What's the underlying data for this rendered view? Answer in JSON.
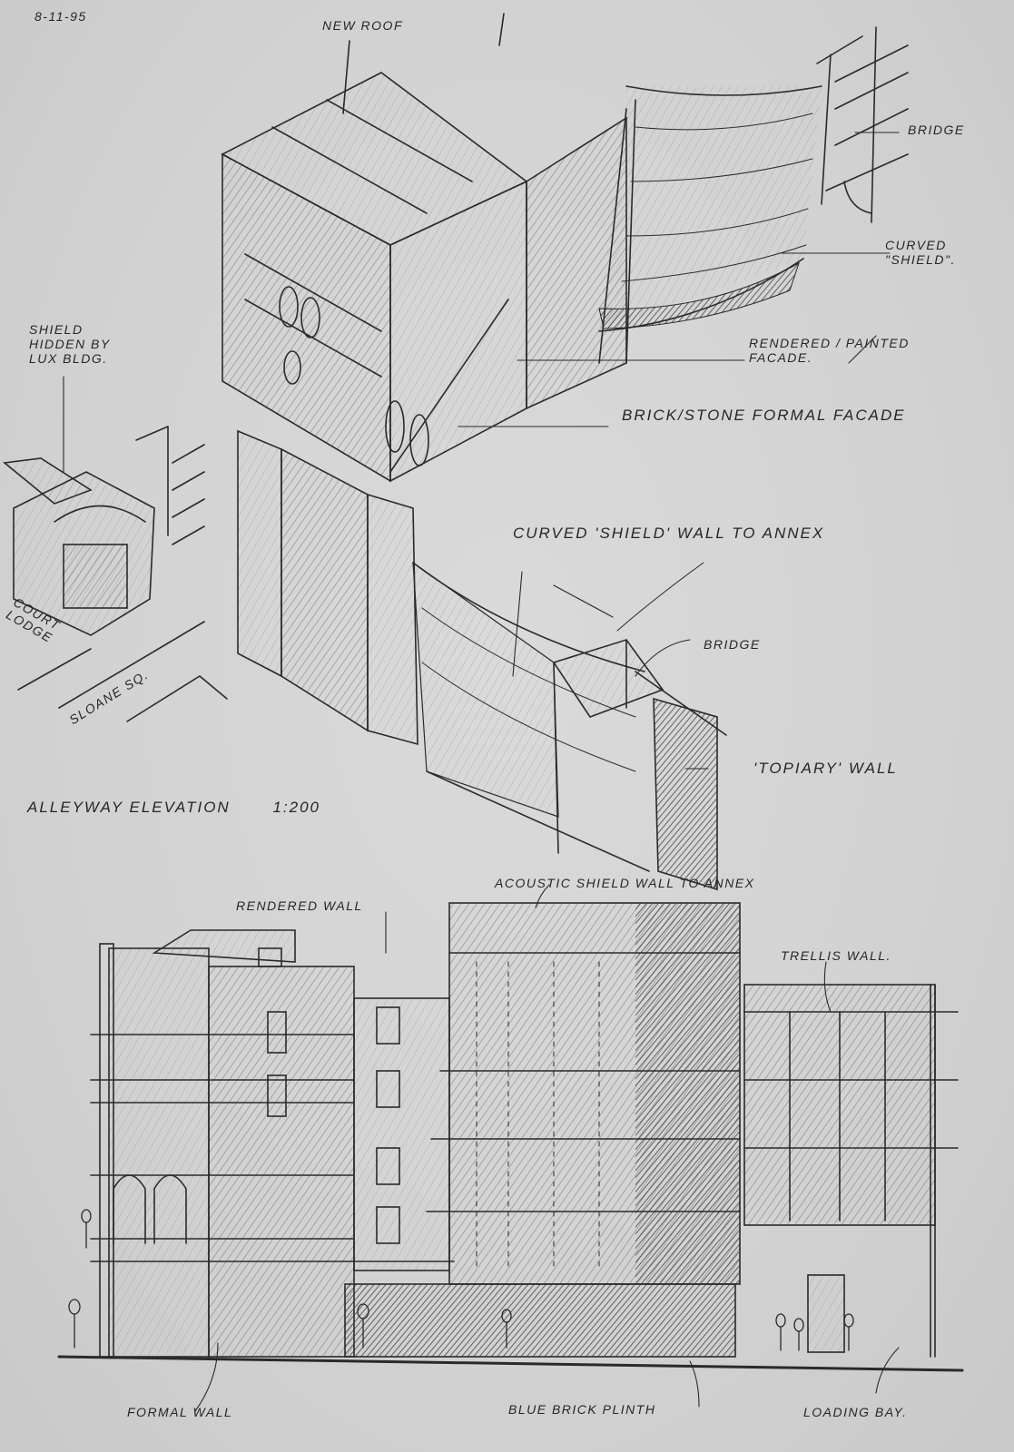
{
  "sheet": {
    "date": "8-11-95",
    "paper_color": "#d4d4d4",
    "ink_color": "#262626"
  },
  "isometric_view": {
    "labels": {
      "new_roof": "New Roof",
      "bridge_top": "Bridge",
      "curved_shield": "Curved \"Shield\".",
      "rendered_painted_facade": "Rendered / Painted Facade.",
      "brick_stone_facade": "Brick/Stone Formal Facade",
      "shield_hidden": "Shield hidden by Lux Bldg.",
      "court_lodge": "Court Lodge",
      "sloane_sq": "Sloane Sq.",
      "curved_shield_wall": "Curved 'Shield' Wall to Annex",
      "bridge_mid": "Bridge",
      "topiary_wall": "'Topiary' Wall"
    }
  },
  "elevation": {
    "title": "Alleyway Elevation",
    "scale": "1:200",
    "labels": {
      "acoustic_shield": "Acoustic Shield Wall to Annex",
      "rendered_wall": "Rendered Wall",
      "trellis_wall": "Trellis Wall.",
      "formal_wall": "Formal Wall",
      "blue_brick_plinth": "Blue Brick Plinth",
      "loading_bay": "Loading Bay."
    }
  }
}
